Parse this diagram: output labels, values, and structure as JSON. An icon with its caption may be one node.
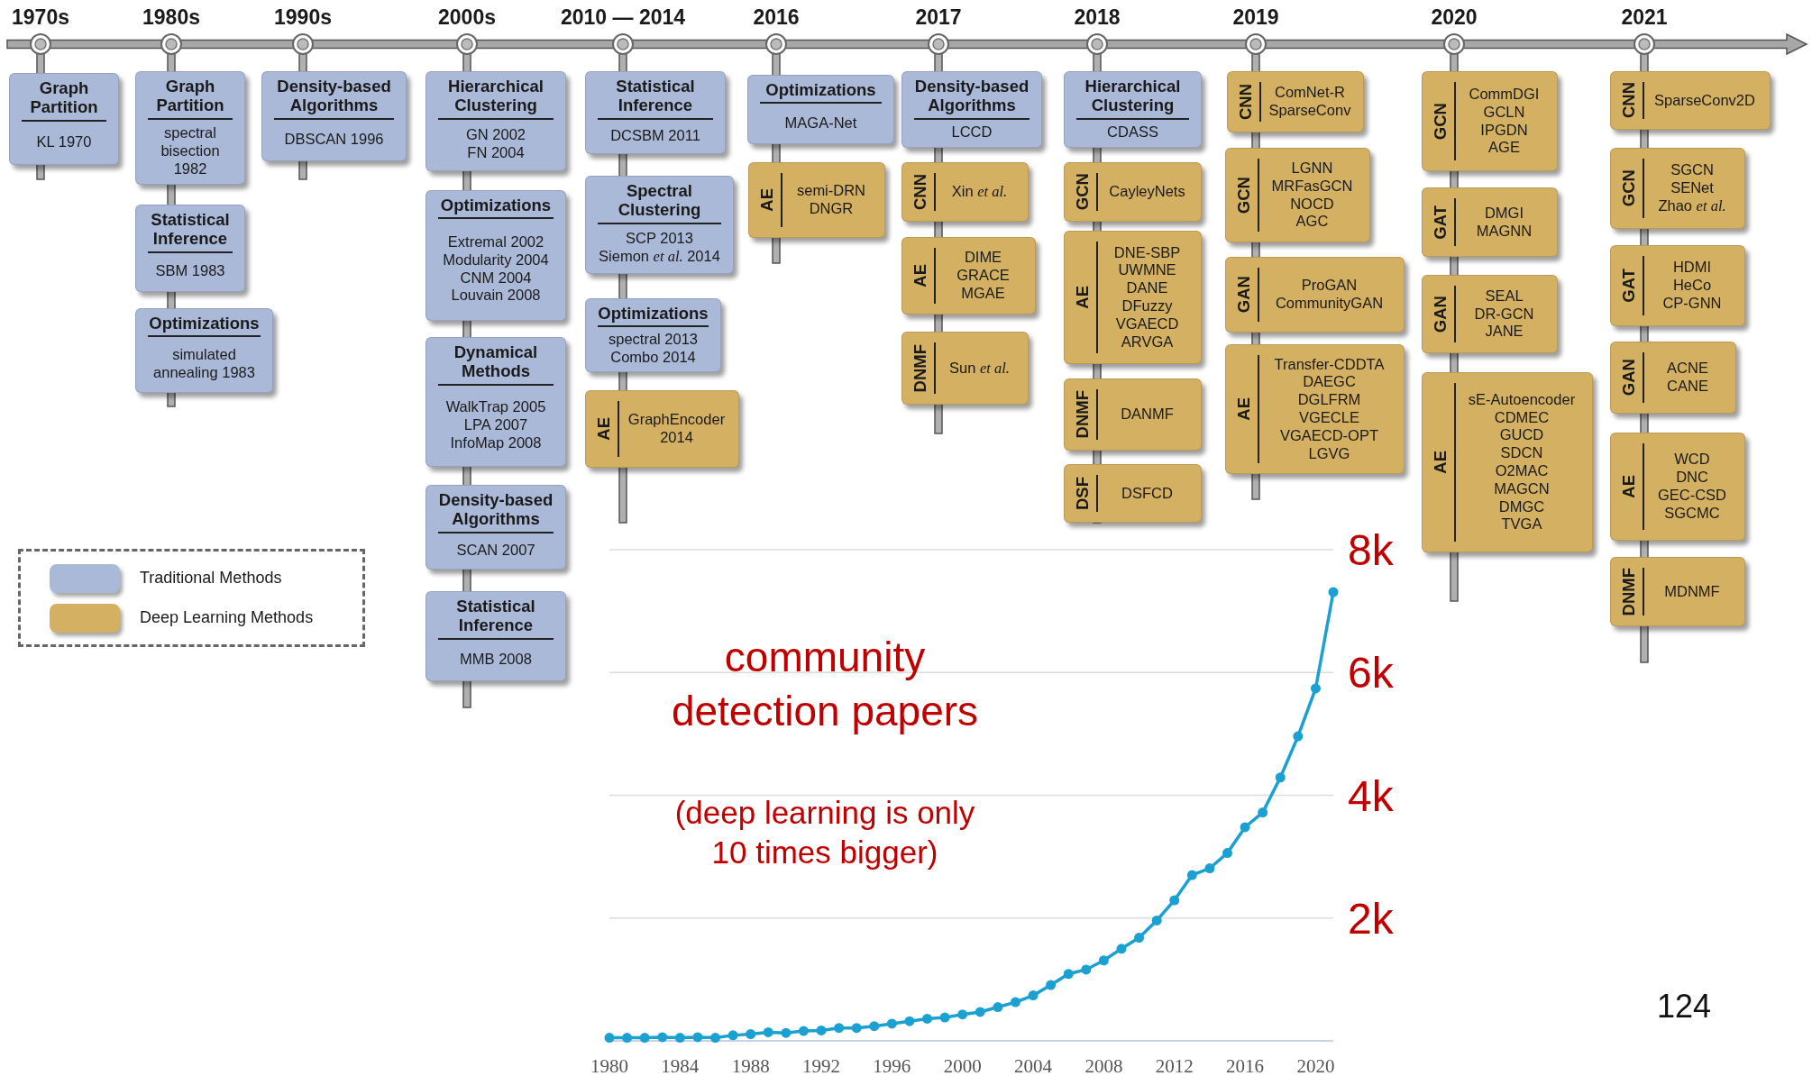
{
  "diagram": {
    "nodes": [
      {
        "text": [
          "Graph Partition",
          "KL 1970"
        ]
      },
      {
        "text": [
          "Graph Partition",
          "spectral bisection 1982"
        ]
      },
      {
        "text": [
          "Statistical Inference",
          "SBM 1983"
        ]
      },
      {
        "text": [
          "Optimizations",
          "simulated annealing 1983"
        ]
      },
      {
        "text": [
          "Density-based Algorithms",
          "DBSCAN 1996"
        ]
      },
      {
        "text": [
          "Hierarchical Clustering",
          "GN 2002",
          "FN 2004"
        ]
      },
      {
        "text": [
          "Optimizations",
          "Extremal 2002",
          "Modularity 2004",
          "CNM 2004",
          "Louvain 2008"
        ]
      },
      {
        "text": [
          "Dynamical Methods",
          "WalkTrap 2005",
          "LPA 2007",
          "InfoMap 2008"
        ]
      },
      {
        "text": [
          "Density-based Algorithms",
          "SCAN 2007"
        ]
      },
      {
        "text": [
          "Statistical Inference",
          "MMB 2008"
        ]
      },
      {
        "text": [
          "Statistical Inference",
          "DCSBM 2011"
        ]
      },
      {
        "text": [
          "Spectral Clustering",
          "SCP 2013",
          "Siemon *et al.* 2014"
        ]
      },
      {
        "text": [
          "Optimizations",
          "spectral 2013",
          "Combo 2014"
        ]
      },
      {
        "text": [
          "AE",
          "GraphEncoder 2014"
        ]
      },
      {
        "text": [
          "Optimizations",
          "MAGA-Net"
        ]
      },
      {
        "text": [
          "AE",
          "semi-DRN",
          "DNGR"
        ]
      },
      {
        "text": [
          "Density-based Algorithms",
          "LCCD"
        ]
      },
      {
        "text": [
          "CNN",
          "Xin *et al.*"
        ]
      },
      {
        "text": [
          "AE",
          "DIME",
          "GRACE",
          "MGAE"
        ]
      },
      {
        "text": [
          "DNMF",
          "Sun *et al.*"
        ]
      },
      {
        "text": [
          "Hierarchical Clustering",
          "CDASS"
        ]
      },
      {
        "text": [
          "GCN",
          "CayleyNets"
        ]
      },
      {
        "text": [
          "AE",
          "DNE-SBP",
          "UWMNE",
          "DANE",
          "DFuzzy",
          "VGAECD",
          "ARVGA"
        ]
      },
      {
        "text": [
          "DNMF",
          "DANMF"
        ]
      },
      {
        "text": [
          "DSF",
          "DSFCD"
        ]
      },
      {
        "text": [
          "CNN",
          "ComNet-R",
          "SparseConv"
        ]
      },
      {
        "text": [
          "GCN",
          "LGNN",
          "MRFasGCN",
          "NOCD",
          "AGC"
        ]
      },
      {
        "text": [
          "GAN",
          "ProGAN",
          "CommunityGAN"
        ]
      },
      {
        "text": [
          "AE",
          "Transfer-CDDTA",
          "DAEGC",
          "DGLFRM",
          "VGECLE",
          "VGAECD-OPT",
          "LGVG"
        ]
      },
      {
        "text": [
          "GCN",
          "CommDGI",
          "GCLN",
          "IPGDN",
          "AGE"
        ]
      },
      {
        "text": [
          "GAT",
          "DMGI",
          "MAGNN"
        ]
      },
      {
        "text": [
          "GAN",
          "SEAL",
          "DR-GCN",
          "JANE"
        ]
      },
      {
        "text": [
          "AE",
          "sE-Autoencoder",
          "CDMEC",
          "GUCD",
          "SDCN",
          "O2MAC",
          "MAGCN",
          "DMGC",
          "TVGA"
        ]
      },
      {
        "text": [
          "CNN",
          "SparseConv2D"
        ]
      },
      {
        "text": [
          "GCN",
          "SGCN",
          "SENet",
          "Zhao *et al.*"
        ]
      },
      {
        "text": [
          "GAT",
          "HDMI",
          "HeCo",
          "CP-GNN"
        ]
      },
      {
        "text": [
          "GAN",
          "ACNE",
          "CANE"
        ]
      },
      {
        "text": [
          "AE",
          "WCD",
          "DNC",
          "GEC-CSD",
          "SGCMC"
        ]
      },
      {
        "text": [
          "DNMF",
          "MDNMF"
        ]
      }
    ],
    "labels": [
      "1970s",
      "1980s",
      "1990s",
      "2000s",
      "2010 — 2014",
      "2016",
      "2017",
      "2018",
      "2019",
      "2020",
      "2021",
      "community detection papers",
      "(deep learning is only 10 times bigger)",
      "124"
    ],
    "legend": [
      {
        "text": "Traditional Methods",
        "color": "#abb9d8"
      },
      {
        "text": "Deep Learning Methods",
        "color": "#d4b062"
      }
    ],
    "chart_data": {
      "type": "line",
      "x": [
        1980,
        1981,
        1982,
        1983,
        1984,
        1985,
        1986,
        1987,
        1988,
        1989,
        1990,
        1991,
        1992,
        1993,
        1994,
        1995,
        1996,
        1997,
        1998,
        1999,
        2000,
        2001,
        2002,
        2003,
        2004,
        2005,
        2006,
        2007,
        2008,
        2009,
        2010,
        2011,
        2012,
        2013,
        2014,
        2015,
        2016,
        2017,
        2018,
        2019,
        2020,
        2021
      ],
      "series": [
        {
          "color": "#1ba1d1",
          "marker": "circle",
          "values": [
            50,
            50,
            50,
            60,
            50,
            60,
            50,
            90,
            110,
            140,
            130,
            160,
            170,
            210,
            210,
            240,
            280,
            320,
            360,
            380,
            430,
            470,
            550,
            630,
            740,
            910,
            1090,
            1160,
            1310,
            1500,
            1680,
            1960,
            2290,
            2700,
            2810,
            3060,
            3480,
            3720,
            4290,
            4960,
            5740,
            7310
          ]
        }
      ],
      "grid": true,
      "xlim": [
        1980,
        2021
      ],
      "ylim": [
        0,
        8000
      ],
      "xticks": [
        1980,
        1984,
        1988,
        1992,
        1996,
        2000,
        2004,
        2008,
        2012,
        2016,
        2020
      ],
      "yticks": [
        {
          "value": 2000,
          "label": "2k"
        },
        {
          "value": 4000,
          "label": "4k"
        },
        {
          "value": 6000,
          "label": "6k"
        },
        {
          "value": 8000,
          "label": "8k"
        }
      ]
    }
  }
}
